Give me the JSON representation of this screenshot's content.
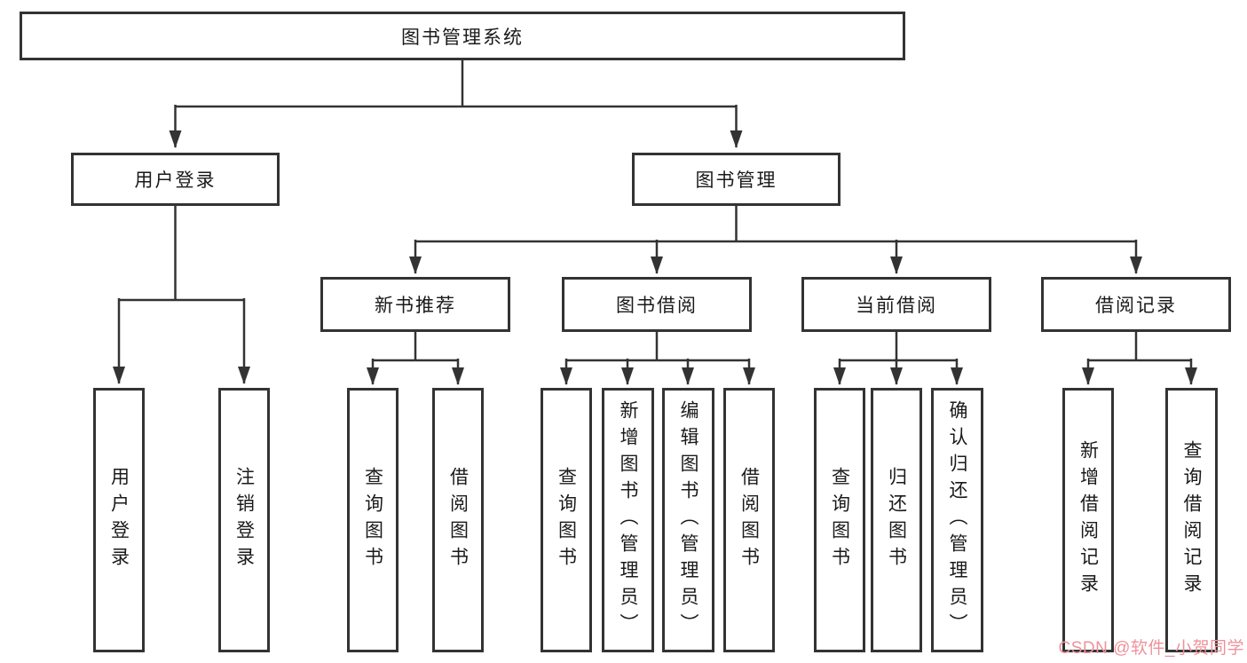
{
  "nodes": {
    "root": {
      "label": "图书管理系统"
    },
    "level1": [
      {
        "label": "用户登录"
      },
      {
        "label": "图书管理"
      }
    ],
    "level2": [
      {
        "label": "新书推荐"
      },
      {
        "label": "图书借阅"
      },
      {
        "label": "当前借阅"
      },
      {
        "label": "借阅记录"
      }
    ],
    "leaves": {
      "user_login": [
        {
          "label": "用户登录"
        },
        {
          "label": "注销登录"
        }
      ],
      "new_book_recommend": [
        {
          "label": "查询图书"
        },
        {
          "label": "借阅图书"
        }
      ],
      "book_borrow": [
        {
          "label": "查询图书"
        },
        {
          "label": "新增图书（管理员）"
        },
        {
          "label": "编辑图书（管理员）"
        },
        {
          "label": "借阅图书"
        }
      ],
      "current_borrow": [
        {
          "label": "查询图书"
        },
        {
          "label": "归还图书"
        },
        {
          "label": "确认归还（管理员）"
        }
      ],
      "borrow_records": [
        {
          "label": "新增借阅记录"
        },
        {
          "label": "查询借阅记录"
        }
      ]
    }
  },
  "watermark": {
    "text": "CSDN @软件_小贺同学",
    "color": "#ee929b"
  },
  "colors": {
    "line": "#333333",
    "border": "#333333",
    "text": "#1a1a1a",
    "background": "#ffffff"
  }
}
